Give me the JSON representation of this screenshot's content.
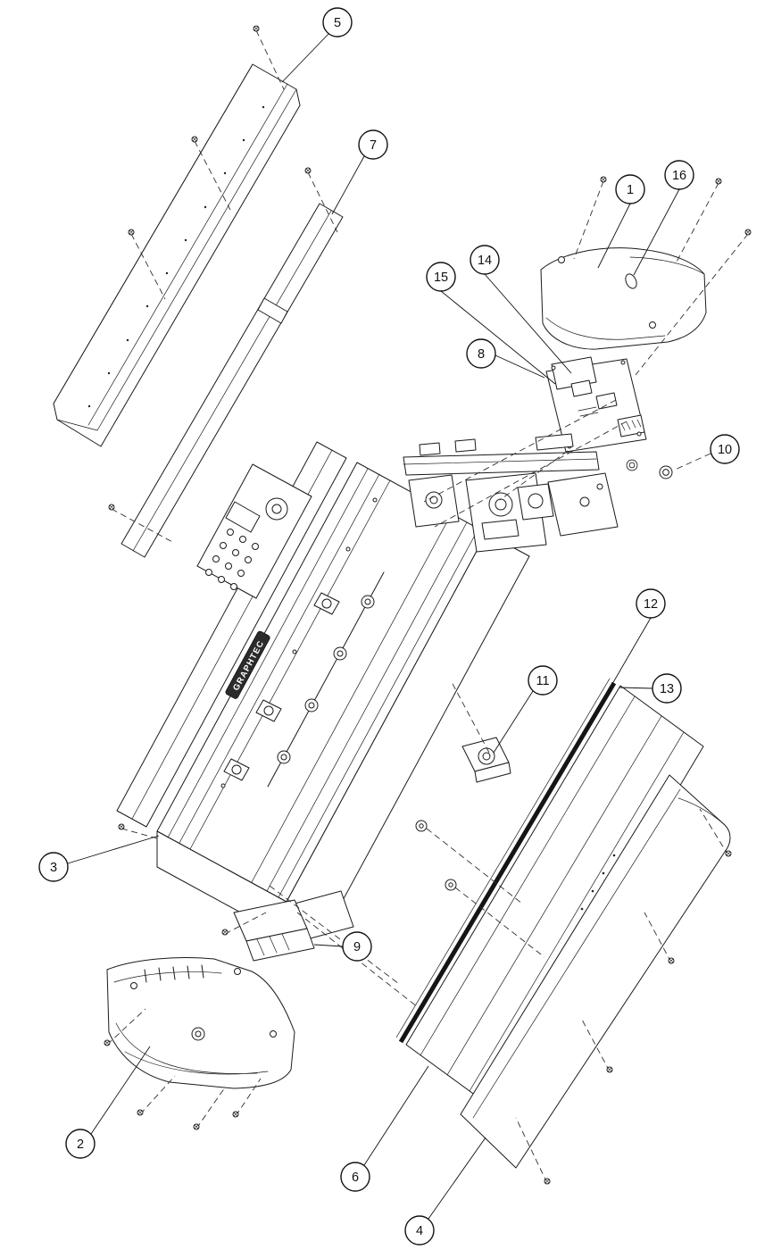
{
  "diagram": {
    "type": "exploded_parts_diagram",
    "brand_label": "GRAPHTEC",
    "callouts": [
      {
        "n": "1"
      },
      {
        "n": "2"
      },
      {
        "n": "3"
      },
      {
        "n": "4"
      },
      {
        "n": "5"
      },
      {
        "n": "6"
      },
      {
        "n": "7"
      },
      {
        "n": "8"
      },
      {
        "n": "9"
      },
      {
        "n": "10"
      },
      {
        "n": "11"
      },
      {
        "n": "12"
      },
      {
        "n": "13"
      },
      {
        "n": "14"
      },
      {
        "n": "15"
      },
      {
        "n": "16"
      }
    ],
    "colors": {
      "line": "#1a1a1a",
      "background": "#ffffff",
      "stripe": "#151515"
    }
  }
}
